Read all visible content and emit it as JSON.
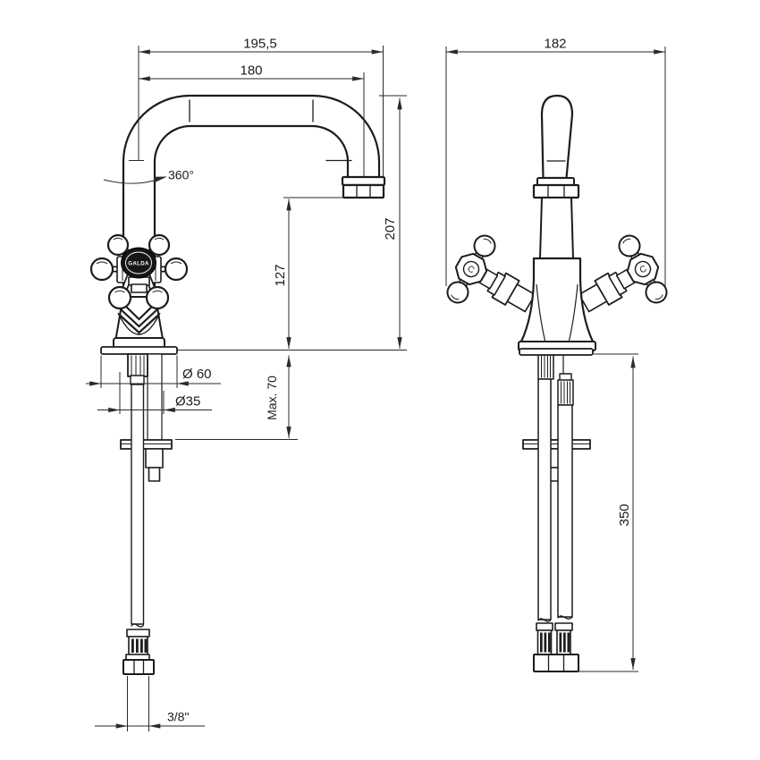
{
  "side_view": {
    "dim_spout_reach_overall": "195,5",
    "dim_spout_reach": "180",
    "swivel_angle": "360°",
    "dim_total_height": "207",
    "dim_outlet_height": "127",
    "dim_base_diameter": "Ø 60",
    "dim_mounting_hole_diameter": "Ø35",
    "dim_max_deck_thickness": "Max. 70",
    "dim_supply_connection": "3/8\"",
    "handle_medallion_text": "GALDA"
  },
  "front_view": {
    "dim_overall_width": "182",
    "dim_supply_hose_length": "350",
    "left_handle_letter": "C",
    "right_handle_letter": "C"
  },
  "colors": {
    "line": "#1c1c1c",
    "dimension_line": "#2a2a2a",
    "background": "#ffffff",
    "medallion_fill": "#161616",
    "medallion_text": "#ffffff"
  }
}
